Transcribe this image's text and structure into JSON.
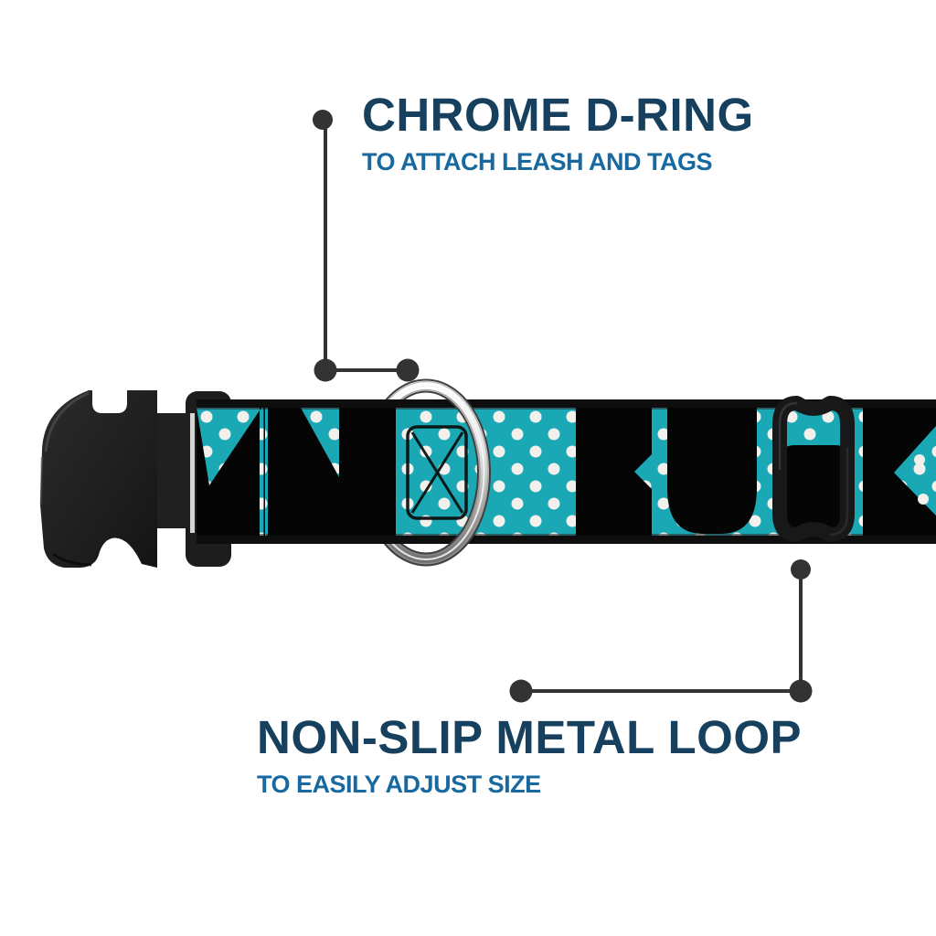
{
  "image": {
    "type": "product-feature-callout",
    "background_color": "#FFFFFF"
  },
  "callouts": {
    "top": {
      "title": "CHROME D-RING",
      "subtitle": "TO ATTACH LEASH AND TAGS"
    },
    "bottom": {
      "title": "NON-SLIP METAL LOOP",
      "subtitle": "TO EASILY ADJUST SIZE"
    }
  },
  "collar": {
    "webbing_pattern": "teal with white polka dots and black block lettering",
    "visible_lettering": "N BUCK",
    "parts": {
      "buckle": "black plastic side-release buckle",
      "d_ring": "chrome d-ring",
      "slider": "black metal adjustment loop",
      "stitching": "box x-stitch"
    }
  },
  "colors": {
    "title_navy": "#16405E",
    "subtitle_blue": "#1769A0",
    "collar_teal": "#19A8B4",
    "polka_dot_white": "#F2F0EC",
    "letter_black": "#050505",
    "callout_line_gray": "#333333",
    "buckle_black": "#1F1F1F",
    "chrome_silver": "#C9C9C9"
  }
}
